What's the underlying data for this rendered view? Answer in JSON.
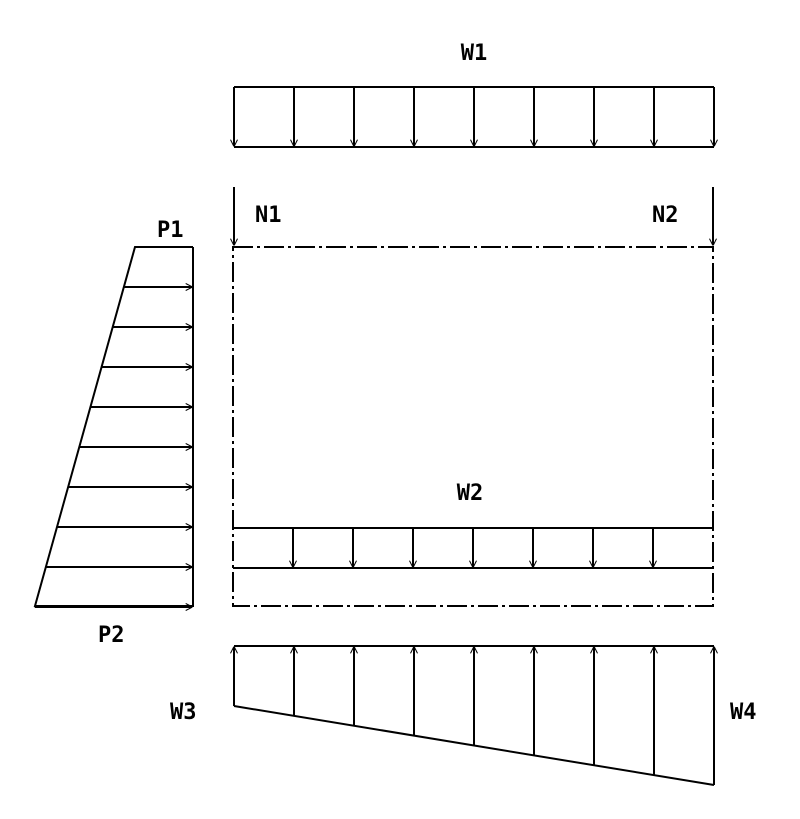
{
  "labels": {
    "w1": "W1",
    "n1": "N1",
    "n2": "N2",
    "p1": "P1",
    "p2": "P2",
    "w2": "W2",
    "w3": "W3",
    "w4": "W4"
  },
  "colors": {
    "line": "#000000",
    "background": "#ffffff"
  }
}
